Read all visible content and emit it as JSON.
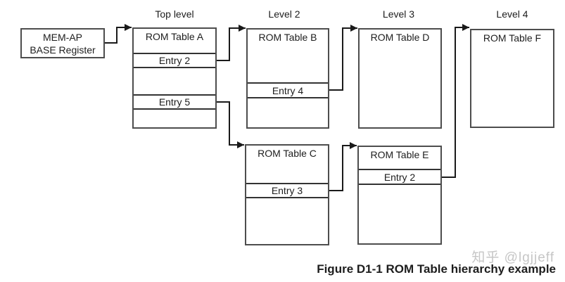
{
  "figure": {
    "columns": [
      {
        "label": "Top level"
      },
      {
        "label": "Level 2"
      },
      {
        "label": "Level 3"
      },
      {
        "label": "Level 4"
      }
    ],
    "mem_ap": {
      "line1": "MEM-AP",
      "line2": "BASE Register"
    },
    "tables": {
      "a": {
        "title": "ROM Table A",
        "entries": {
          "e2": "Entry 2",
          "e5": "Entry 5"
        }
      },
      "b": {
        "title": "ROM Table B",
        "entries": {
          "e4": "Entry 4"
        }
      },
      "c": {
        "title": "ROM Table C",
        "entries": {
          "e3": "Entry 3"
        }
      },
      "d": {
        "title": "ROM Table D"
      },
      "e": {
        "title": "ROM Table E",
        "entries": {
          "e2": "Entry 2"
        }
      },
      "f": {
        "title": "ROM Table F"
      }
    },
    "caption": "Figure D1-1 ROM Table hierarchy example",
    "watermark": "知乎 @lgjjeff",
    "colors": {
      "box_border": "#4d4d4d",
      "entry_border": "#333333",
      "connector": "#1a1a1a",
      "text": "#1d1d1d",
      "watermark": "#c6c6c6",
      "background": "#ffffff"
    }
  }
}
